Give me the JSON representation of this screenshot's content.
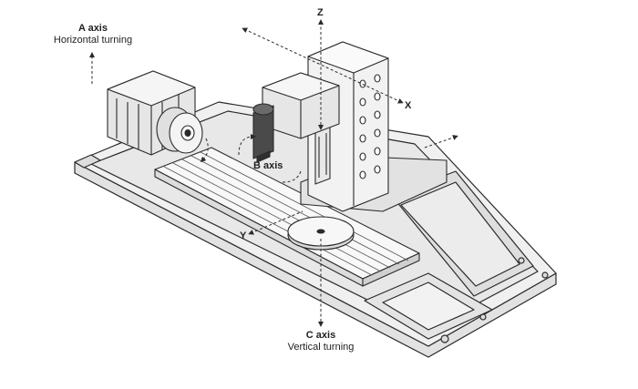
{
  "labels": {
    "a_axis": {
      "title": "A axis",
      "subtitle": "Horizontal turning"
    },
    "b_axis": {
      "title": "B axis"
    },
    "c_axis": {
      "title": "C axis",
      "subtitle": "Vertical turning"
    },
    "x_axis": "X",
    "y_axis": "Y",
    "z_axis": "Z"
  },
  "colors": {
    "stroke": "#2a2a2a",
    "body_fill": "#ededed",
    "top_fill": "#f7f7f7",
    "dark_fill": "#4a4a4a",
    "background": "#ffffff"
  }
}
